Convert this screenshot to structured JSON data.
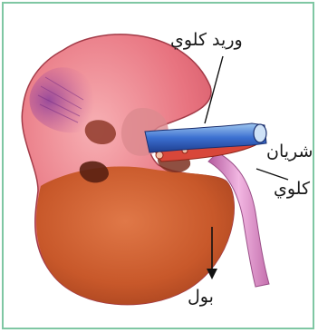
{
  "labels": {
    "renal_vein": "وريد كلوي",
    "renal_artery_line1": "شريان",
    "renal_artery_line2": "كلوي",
    "urine": "بول"
  },
  "colors": {
    "frame_border": "#7fc7a3",
    "kidney_upper": "#e46a75",
    "kidney_lower": "#c7582c",
    "vein": "#2f5fc4",
    "artery": "#d8473a",
    "ureter": "#d98bc4"
  }
}
